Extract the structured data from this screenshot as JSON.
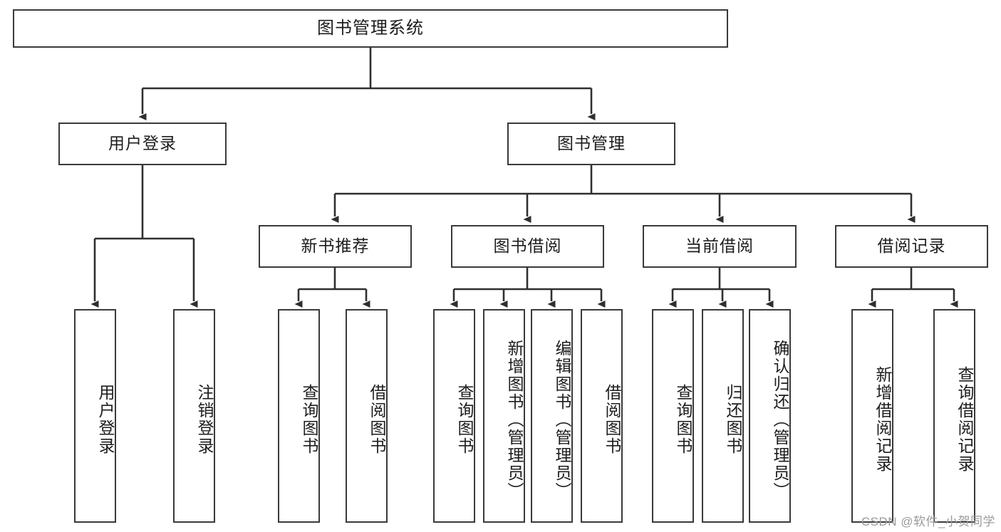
{
  "diagram": {
    "type": "hierarchy-tree",
    "title": "图书管理系统",
    "root": {
      "id": "root",
      "label": "图书管理系统"
    },
    "level2": [
      {
        "id": "user-login",
        "label": "用户登录"
      },
      {
        "id": "book-management",
        "label": "图书管理"
      }
    ],
    "level3": [
      {
        "id": "new-book-recommend",
        "label": "新书推荐",
        "parent": "book-management"
      },
      {
        "id": "book-borrow",
        "label": "图书借阅",
        "parent": "book-management"
      },
      {
        "id": "current-borrow",
        "label": "当前借阅",
        "parent": "book-management"
      },
      {
        "id": "borrow-record",
        "label": "借阅记录",
        "parent": "book-management"
      }
    ],
    "leaves": [
      {
        "id": "leaf-user-login",
        "label": "用户登录",
        "parent": "user-login"
      },
      {
        "id": "leaf-logout",
        "label": "注销登录",
        "parent": "user-login"
      },
      {
        "id": "leaf-query-book-1",
        "label": "查询图书",
        "parent": "new-book-recommend"
      },
      {
        "id": "leaf-borrow-book-1",
        "label": "借阅图书",
        "parent": "new-book-recommend"
      },
      {
        "id": "leaf-query-book-2",
        "label": "查询图书",
        "parent": "book-borrow"
      },
      {
        "id": "leaf-add-book",
        "label": "新增图书（管理员）",
        "parent": "book-borrow"
      },
      {
        "id": "leaf-edit-book",
        "label": "编辑图书（管理员）",
        "parent": "book-borrow"
      },
      {
        "id": "leaf-borrow-book-2",
        "label": "借阅图书",
        "parent": "book-borrow"
      },
      {
        "id": "leaf-query-book-3",
        "label": "查询图书",
        "parent": "current-borrow"
      },
      {
        "id": "leaf-return-book",
        "label": "归还图书",
        "parent": "current-borrow"
      },
      {
        "id": "leaf-confirm-return",
        "label": "确认归还（管理员）",
        "parent": "current-borrow"
      },
      {
        "id": "leaf-add-record",
        "label": "新增借阅记录",
        "parent": "borrow-record"
      },
      {
        "id": "leaf-query-record",
        "label": "查询借阅记录",
        "parent": "borrow-record"
      }
    ],
    "watermark": "CSDN @软件_小贺同学",
    "colors": {
      "stroke": "#3a3a3a",
      "fill": "#ffffff",
      "text": "#1d1d1d",
      "watermark": "#9a9a9a"
    }
  }
}
